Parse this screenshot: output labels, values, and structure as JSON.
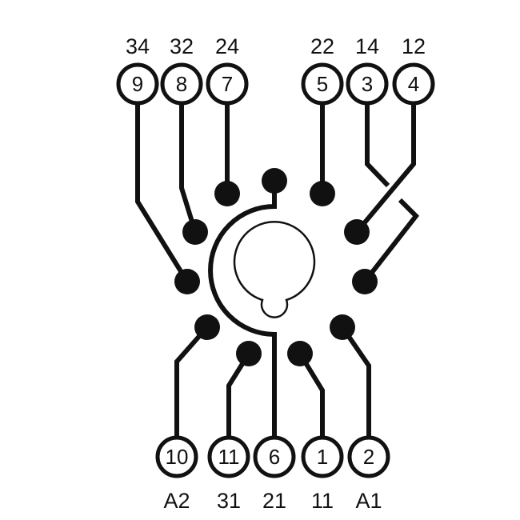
{
  "top_terminals": [
    {
      "number": "9",
      "label": "34"
    },
    {
      "number": "8",
      "label": "32"
    },
    {
      "number": "7",
      "label": "24"
    },
    {
      "number": "5",
      "label": "22"
    },
    {
      "number": "3",
      "label": "14"
    },
    {
      "number": "4",
      "label": "12"
    }
  ],
  "bottom_terminals": [
    {
      "number": "10",
      "label": "A2"
    },
    {
      "number": "11",
      "label": "31"
    },
    {
      "number": "6",
      "label": "21"
    },
    {
      "number": "1",
      "label": "11"
    },
    {
      "number": "2",
      "label": "A1"
    }
  ],
  "colors": {
    "ink": "#111111",
    "background": "#ffffff"
  }
}
